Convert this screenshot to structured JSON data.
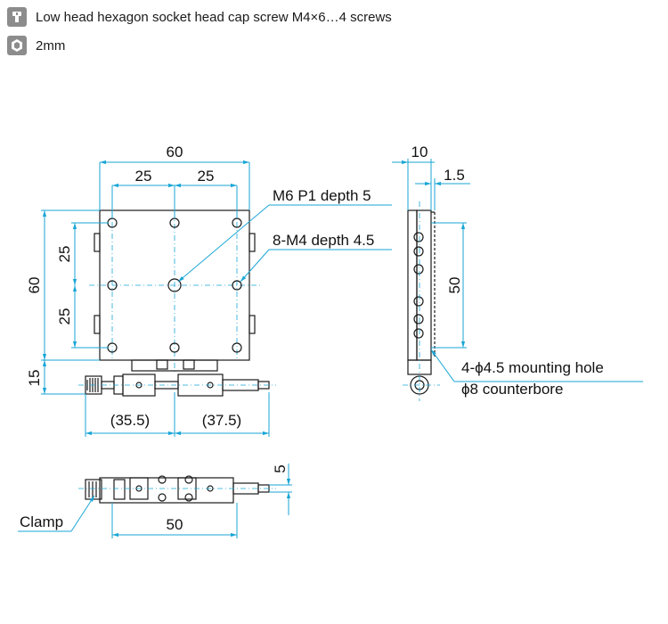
{
  "legend": [
    {
      "icon": "socket-screw-icon",
      "text": "Low head hexagon socket head cap screw M4×6…4 screws"
    },
    {
      "icon": "hex-key-icon",
      "text": "2mm"
    }
  ],
  "dimensions": {
    "top_width": "60",
    "top_left": "25",
    "top_right": "25",
    "left_height": "60",
    "left_upper": "25",
    "left_lower": "25",
    "left_bottom": "15",
    "bottom_left": "(35.5)",
    "bottom_right": "(37.5)",
    "side_width": "10",
    "side_offset": "1.5",
    "side_height": "50",
    "front_right": "5",
    "front_width": "50"
  },
  "callouts": {
    "center_tap": "M6 P1 depth 5",
    "corner_taps": "8-M4 depth 4.5",
    "mount_hole_line1": "4-ϕ4.5 mounting hole",
    "mount_hole_line2": "ϕ8 counterbore",
    "clamp": "Clamp"
  },
  "colors": {
    "dimension_line": "#1aa6d6",
    "part_outline": "#1a1a1a",
    "legend_icon_bg": "#8c8c8c"
  }
}
